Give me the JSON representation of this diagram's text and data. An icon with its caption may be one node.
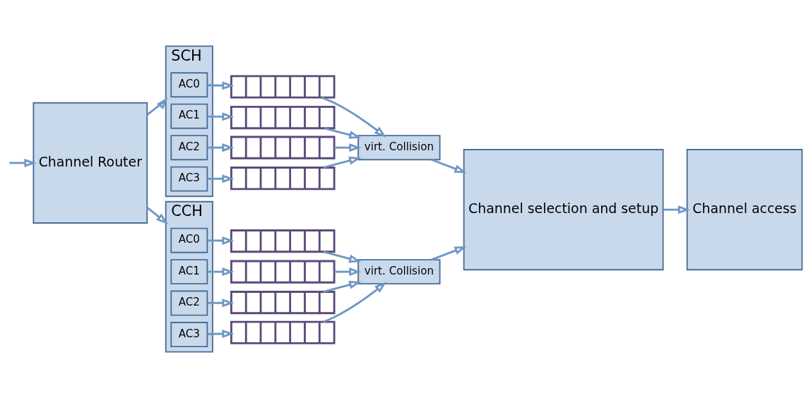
{
  "diagram": {
    "nodes": [
      {
        "text": [
          "Channel Router"
        ]
      },
      {
        "text": [
          "SCH"
        ]
      },
      {
        "text": [
          "AC0"
        ],
        "in": 1
      },
      {
        "text": [
          "AC1"
        ],
        "in": 1
      },
      {
        "text": [
          "AC2"
        ],
        "in": 1
      },
      {
        "text": [
          "AC3"
        ],
        "in": 1
      },
      {
        "text": [
          "CCH"
        ]
      },
      {
        "text": [
          "AC0"
        ],
        "in": 6
      },
      {
        "text": [
          "AC1"
        ],
        "in": 6
      },
      {
        "text": [
          "AC2"
        ],
        "in": 6
      },
      {
        "text": [
          "AC3"
        ],
        "in": 6
      },
      {
        "text": [],
        "shape": "box"
      },
      {
        "text": [],
        "shape": "box"
      },
      {
        "text": [],
        "shape": "box"
      },
      {
        "text": [],
        "shape": "box"
      },
      {
        "text": [],
        "shape": "box"
      },
      {
        "text": [],
        "shape": "box"
      },
      {
        "text": [],
        "shape": "box"
      },
      {
        "text": [],
        "shape": "box"
      },
      {
        "text": [
          "virt. Collision"
        ]
      },
      {
        "text": [
          "virt. Collision"
        ]
      },
      {
        "text": [
          "Channel selection and setup"
        ]
      },
      {
        "text": [
          "Channel access"
        ]
      }
    ],
    "edges": [
      {
        "from": null,
        "to": 0,
        "arrow": "to"
      },
      {
        "from": 0,
        "to": 1,
        "arrow": "to"
      },
      {
        "from": 0,
        "to": 6,
        "arrow": "to"
      },
      {
        "from": 2,
        "to": 11,
        "arrow": "to"
      },
      {
        "from": 3,
        "to": 12,
        "arrow": "to"
      },
      {
        "from": 4,
        "to": 13,
        "arrow": "to"
      },
      {
        "from": 5,
        "to": 14,
        "arrow": "to"
      },
      {
        "from": 7,
        "to": 15,
        "arrow": "to"
      },
      {
        "from": 8,
        "to": 16,
        "arrow": "to"
      },
      {
        "from": 9,
        "to": 17,
        "arrow": "to"
      },
      {
        "from": 10,
        "to": 18,
        "arrow": "to"
      },
      {
        "from": 11,
        "to": 19,
        "arrow": "to"
      },
      {
        "from": 12,
        "to": 19,
        "arrow": "to"
      },
      {
        "from": 13,
        "to": 19,
        "arrow": "to"
      },
      {
        "from": 14,
        "to": 19,
        "arrow": "to"
      },
      {
        "from": 15,
        "to": 20,
        "arrow": "to"
      },
      {
        "from": 16,
        "to": 20,
        "arrow": "to"
      },
      {
        "from": 17,
        "to": 20,
        "arrow": "to"
      },
      {
        "from": 18,
        "to": 20,
        "arrow": "to"
      },
      {
        "from": 19,
        "to": 21,
        "arrow": "to"
      },
      {
        "from": 20,
        "to": 21,
        "arrow": "to"
      },
      {
        "from": 21,
        "to": 22,
        "arrow": "to"
      }
    ]
  }
}
